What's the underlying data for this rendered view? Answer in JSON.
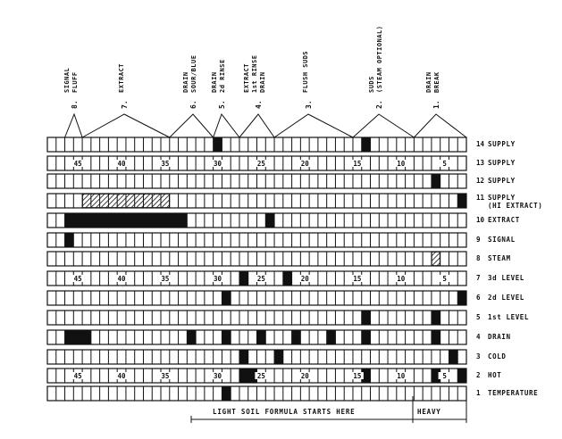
{
  "steps": [
    {
      "num": "8.",
      "lines": [
        "SIGNAL",
        "FLUFF"
      ]
    },
    {
      "num": "7.",
      "lines": [
        "EXTRACT"
      ]
    },
    {
      "num": "6.",
      "lines": [
        "DRAIN",
        "SOUR/BLUE"
      ]
    },
    {
      "num": "5.",
      "lines": [
        "DRAIN",
        "2d RINSE"
      ]
    },
    {
      "num": "4.",
      "lines": [
        "EXTRACT",
        "1st RINSE",
        "DRAIN"
      ]
    },
    {
      "num": "3.",
      "lines": [
        "FLUSH SUDS"
      ]
    },
    {
      "num": "2.",
      "lines": [
        "SUDS",
        "(STEAM OPTIONAL)"
      ]
    },
    {
      "num": "1.",
      "lines": [
        "DRAIN",
        "BREAK"
      ]
    }
  ],
  "rows": [
    {
      "num": "14",
      "label": [
        "SUPPLY"
      ]
    },
    {
      "num": "13",
      "label": [
        "SUPPLY"
      ]
    },
    {
      "num": "12",
      "label": [
        "SUPPLY"
      ]
    },
    {
      "num": "11",
      "label": [
        "SUPPLY",
        "(HI EXTRACT)"
      ]
    },
    {
      "num": "10",
      "label": [
        "EXTRACT"
      ]
    },
    {
      "num": "9",
      "label": [
        "SIGNAL"
      ]
    },
    {
      "num": "8",
      "label": [
        "STEAM"
      ]
    },
    {
      "num": "7",
      "label": [
        "3d LEVEL"
      ]
    },
    {
      "num": "6",
      "label": [
        "2d LEVEL"
      ]
    },
    {
      "num": "5",
      "label": [
        "1st LEVEL"
      ]
    },
    {
      "num": "4",
      "label": [
        "DRAIN"
      ]
    },
    {
      "num": "3",
      "label": [
        "COLD"
      ]
    },
    {
      "num": "2",
      "label": [
        "HOT"
      ]
    },
    {
      "num": "1",
      "label": [
        "TEMPERATURE"
      ]
    }
  ],
  "minute_marks": [
    "45",
    "40",
    "35",
    "30",
    "25",
    "20",
    "15",
    "10",
    "5"
  ],
  "notes": {
    "light": "LIGHT SOIL FORMULA STARTS HERE",
    "heavy": "HEAVY"
  }
}
